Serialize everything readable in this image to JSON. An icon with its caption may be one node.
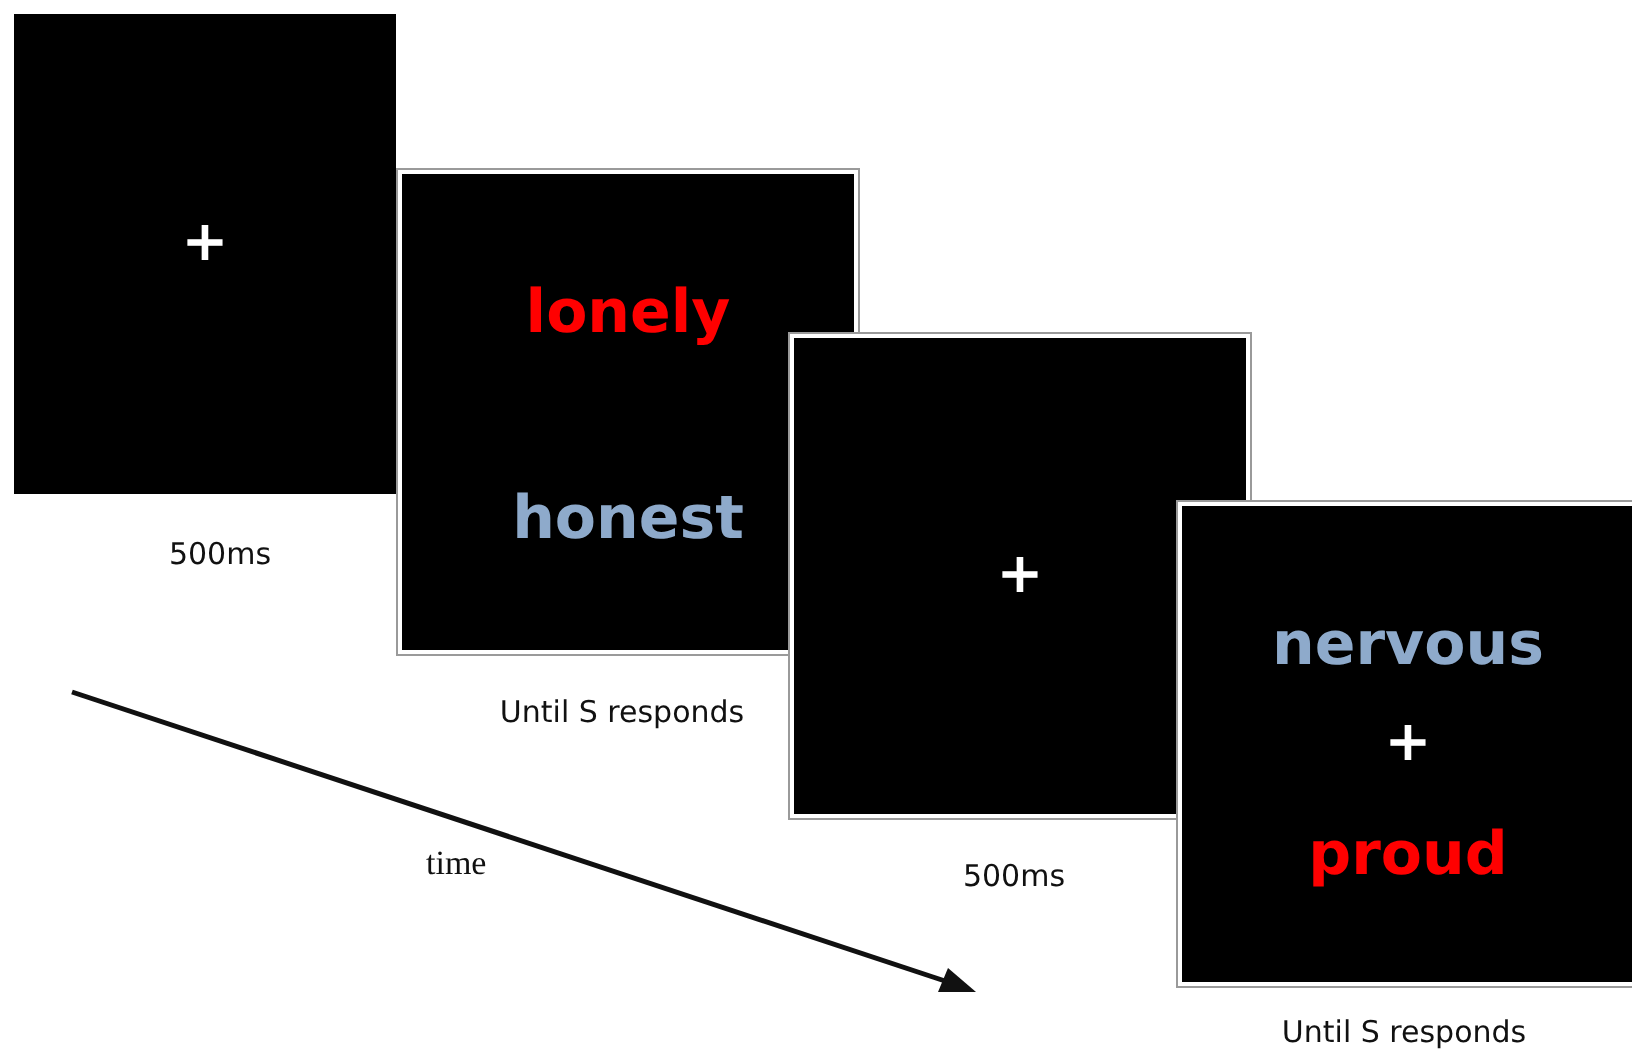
{
  "diagram": {
    "nodes": [
      {
        "text": [
          "+"
        ],
        "beside": [
          "500ms"
        ]
      },
      {
        "text": [
          "lonely",
          "honest"
        ],
        "beside": [
          "Until S responds"
        ]
      },
      {
        "text": [
          "+"
        ],
        "beside": [
          "500ms"
        ]
      },
      {
        "text": [
          "nervous",
          "+",
          "proud"
        ],
        "beside": [
          "Until S responds"
        ]
      }
    ],
    "edges": [],
    "labels": [
      "time"
    ]
  }
}
